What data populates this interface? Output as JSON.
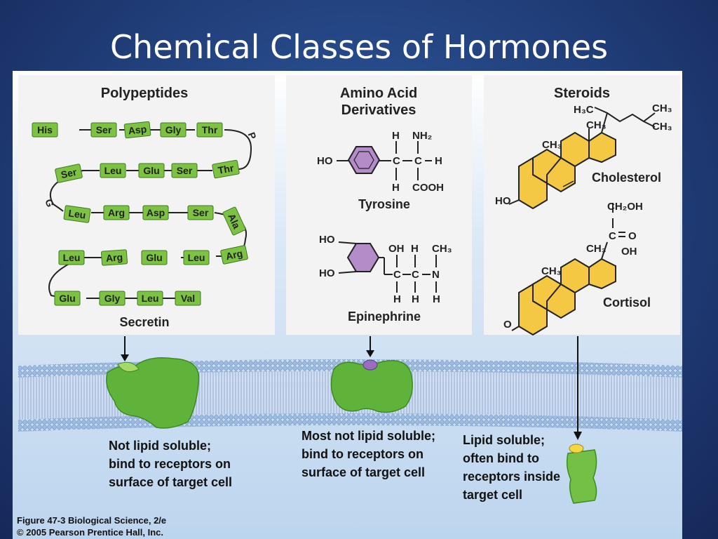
{
  "slide": {
    "title": "Chemical Classes of Hormones"
  },
  "polypeptides": {
    "heading": "Polypeptides",
    "rows": [
      [
        "His",
        "Ser",
        "Asp",
        "Gly",
        "Thr"
      ],
      [
        "Ser",
        "Leu",
        "Glu",
        "Ser",
        "Thr"
      ],
      [
        "Leu",
        "Arg",
        "Asp",
        "Ser",
        "Ala"
      ],
      [
        "Leu",
        "Arg",
        "Glu",
        "Leu",
        "Arg"
      ],
      [
        "Glu",
        "Gly",
        "Leu",
        "Val"
      ]
    ],
    "turn_labels": [
      "P",
      "G"
    ],
    "name": "Secretin",
    "note": [
      "Not lipid soluble;",
      "bind to receptors on",
      "surface of target cell"
    ]
  },
  "amino_acid": {
    "heading": [
      "Amino Acid",
      "Derivatives"
    ],
    "tyrosine": {
      "name": "Tyrosine",
      "atoms": [
        "HO",
        "H",
        "NH₂",
        "C",
        "C",
        "H",
        "H",
        "COOH"
      ]
    },
    "epinephrine": {
      "name": "Epinephrine",
      "atoms": [
        "HO",
        "HO",
        "OH",
        "H",
        "CH₃",
        "C",
        "C",
        "N",
        "H",
        "H",
        "H"
      ]
    },
    "note": [
      "Most not lipid soluble;",
      "bind to receptors on",
      "surface of target cell"
    ]
  },
  "steroids": {
    "heading": "Steroids",
    "cholesterol": {
      "name": "Cholesterol",
      "atoms": [
        "H₃C",
        "CH₃",
        "CH₃",
        "CH₃",
        "CH₃",
        "HO"
      ]
    },
    "cortisol": {
      "name": "Cortisol",
      "atoms": [
        "CH₂OH",
        "C",
        "O",
        "CH₃",
        "OH",
        "CH₃",
        "O"
      ]
    },
    "note": [
      "Lipid soluble;",
      "often bind to",
      "receptors inside",
      "target cell"
    ]
  },
  "credit": [
    "Figure 47-3  Biological Science, 2/e",
    "© 2005 Pearson Prentice Hall, Inc."
  ],
  "colors": {
    "bead": "#7dc242",
    "receptor": "#5fb33a",
    "ring_purple": "#b48cc8",
    "ring_yellow": "#f4c842",
    "membrane": "#aac4e0"
  }
}
